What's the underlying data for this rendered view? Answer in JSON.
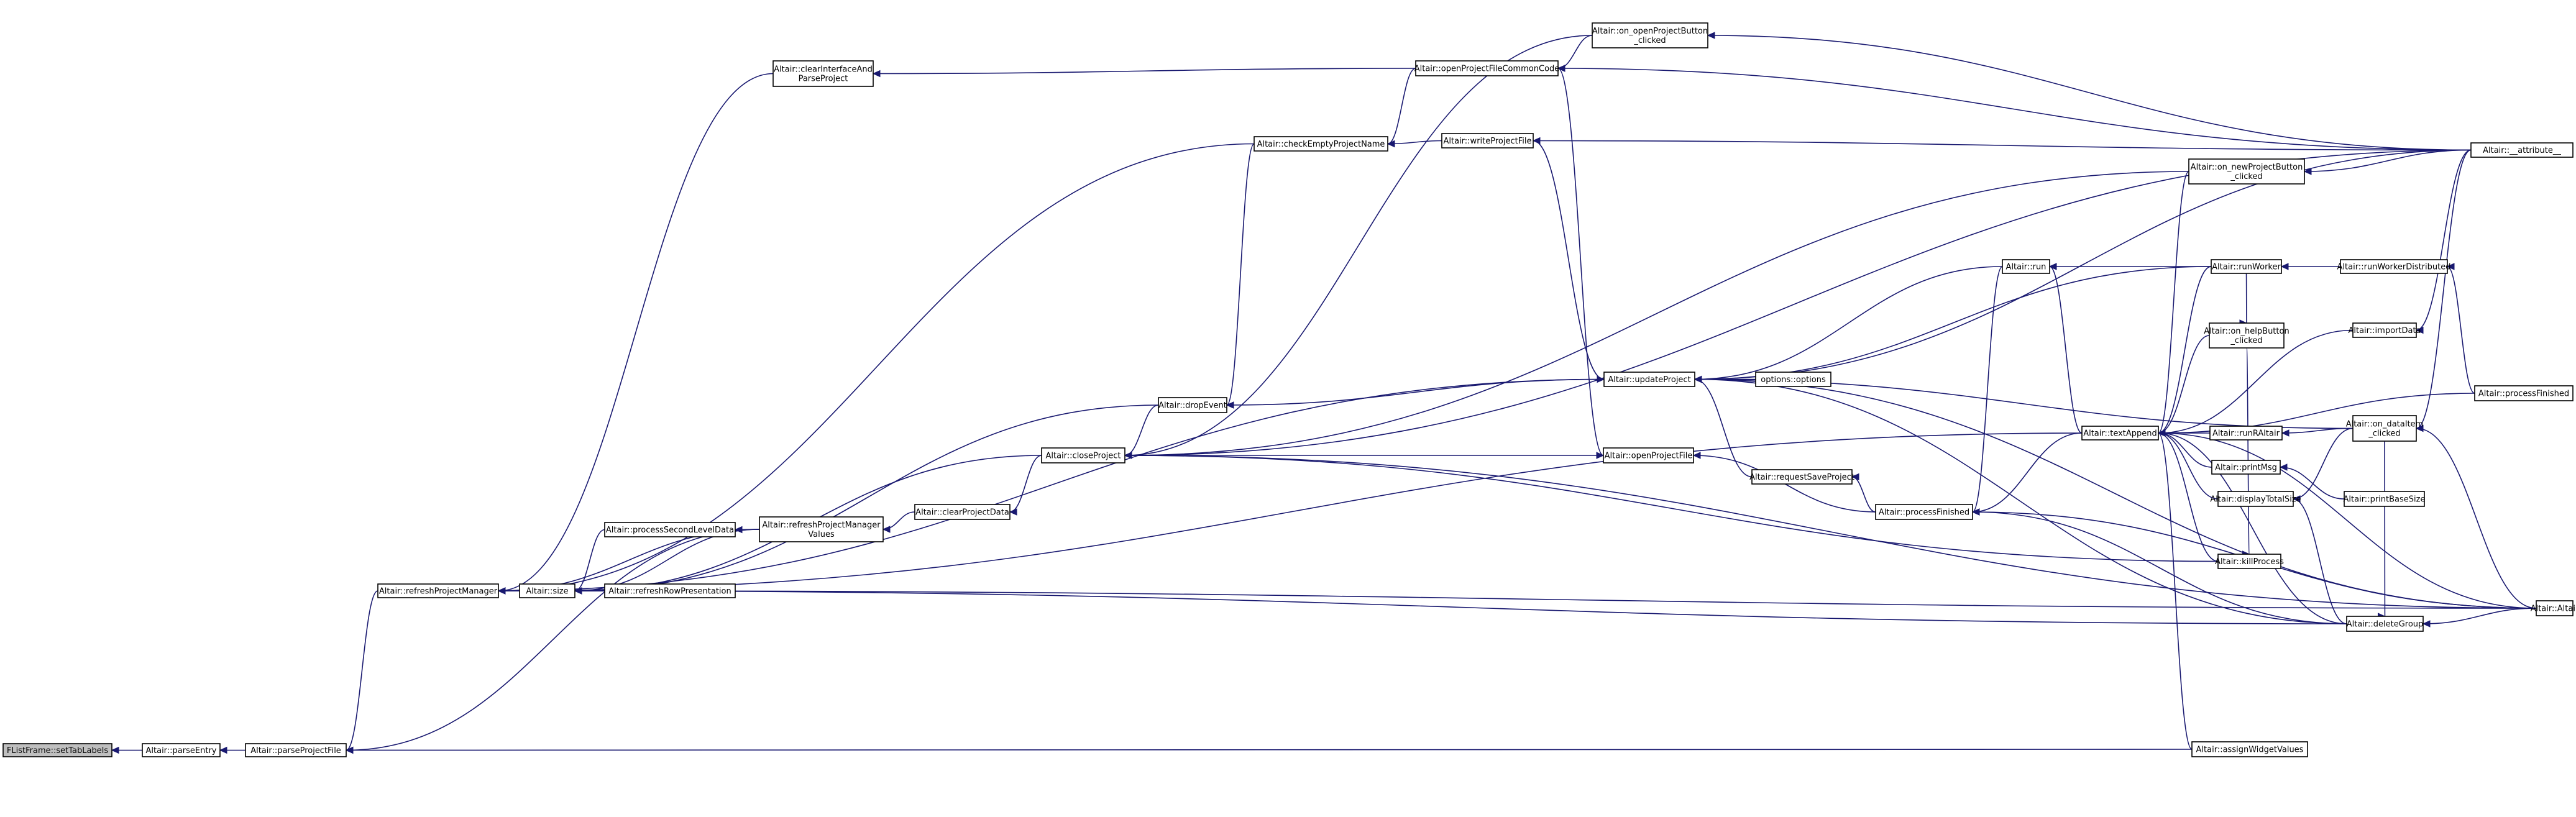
{
  "graph": {
    "direction": "callers",
    "colors": {
      "edge": "#191970",
      "node_border": "#000000",
      "root_fill": "#bfbfbf",
      "node_fill": "#ffffff"
    },
    "nodes": [
      {
        "id": "root",
        "lines": [
          "FListFrame::setTabLabels"
        ],
        "root": true
      },
      {
        "id": "parseEntry",
        "lines": [
          "Altair::parseEntry"
        ]
      },
      {
        "id": "parseProjectFile",
        "lines": [
          "Altair::parseProjectFile"
        ]
      },
      {
        "id": "refreshProjectManager",
        "lines": [
          "Altair::refreshProjectManager"
        ]
      },
      {
        "id": "clearInterface",
        "lines": [
          "Altair::clearInterfaceAnd",
          "ParseProject"
        ]
      },
      {
        "id": "size",
        "lines": [
          "Altair::size"
        ]
      },
      {
        "id": "processSecondLevelData",
        "lines": [
          "Altair::processSecondLevelData"
        ]
      },
      {
        "id": "refreshRowPresentation",
        "lines": [
          "Altair::refreshRowPresentation"
        ]
      },
      {
        "id": "refreshPMValues",
        "lines": [
          "Altair::refreshProjectManager",
          "Values"
        ]
      },
      {
        "id": "clearProjectData",
        "lines": [
          "Altair::clearProjectData"
        ]
      },
      {
        "id": "closeProject",
        "lines": [
          "Altair::closeProject"
        ]
      },
      {
        "id": "dropEvent",
        "lines": [
          "Altair::dropEvent"
        ]
      },
      {
        "id": "checkEmpty",
        "lines": [
          "Altair::checkEmptyProjectName"
        ]
      },
      {
        "id": "openProjectFileCommonCode",
        "lines": [
          "Altair::openProjectFileCommonCode"
        ]
      },
      {
        "id": "onOpenProjectButton",
        "lines": [
          "Altair::on_openProjectButton",
          "_clicked"
        ]
      },
      {
        "id": "writeProjectFile",
        "lines": [
          "Altair::writeProjectFile"
        ]
      },
      {
        "id": "updateProject",
        "lines": [
          "Altair::updateProject"
        ]
      },
      {
        "id": "options",
        "lines": [
          "options::options"
        ]
      },
      {
        "id": "openProjectFile",
        "lines": [
          "Altair::openProjectFile"
        ]
      },
      {
        "id": "requestSaveProject",
        "lines": [
          "Altair::requestSaveProject"
        ]
      },
      {
        "id": "processFinished",
        "lines": [
          "Altair::processFinished"
        ]
      },
      {
        "id": "run",
        "lines": [
          "Altair::run"
        ]
      },
      {
        "id": "textAppend",
        "lines": [
          "Altair::textAppend"
        ]
      },
      {
        "id": "onNewProjectButton",
        "lines": [
          "Altair::on_newProjectButton",
          "_clicked"
        ]
      },
      {
        "id": "runWorker",
        "lines": [
          "Altair::runWorker"
        ]
      },
      {
        "id": "onHelpButton",
        "lines": [
          "Altair::on_helpButton",
          "_clicked"
        ]
      },
      {
        "id": "runRAltair",
        "lines": [
          "Altair::runRAltair"
        ]
      },
      {
        "id": "printMsg",
        "lines": [
          "Altair::printMsg"
        ]
      },
      {
        "id": "displayTotalSize",
        "lines": [
          "Altair::displayTotalSize"
        ]
      },
      {
        "id": "killProcess",
        "lines": [
          "Altair::killProcess"
        ]
      },
      {
        "id": "deleteGroup",
        "lines": [
          "Altair::deleteGroup"
        ]
      },
      {
        "id": "assignWidgetValues",
        "lines": [
          "Altair::assignWidgetValues"
        ]
      },
      {
        "id": "runWorkerDistributed",
        "lines": [
          "Altair::runWorkerDistributed"
        ]
      },
      {
        "id": "importData",
        "lines": [
          "Altair::importData"
        ]
      },
      {
        "id": "onDataItem",
        "lines": [
          "Altair::on_dataItem",
          "_clicked"
        ]
      },
      {
        "id": "printBaseSize",
        "lines": [
          "Altair::printBaseSize"
        ]
      },
      {
        "id": "attribute",
        "lines": [
          "Altair::__attribute__"
        ]
      },
      {
        "id": "processFinished2",
        "lines": [
          "Altair::processFinished"
        ]
      },
      {
        "id": "altair",
        "lines": [
          "Altair::Altair"
        ]
      }
    ],
    "edges": [
      [
        "parseEntry",
        "root"
      ],
      [
        "parseProjectFile",
        "parseEntry"
      ],
      [
        "refreshProjectManager",
        "parseProjectFile"
      ],
      [
        "refreshPMValues",
        "parseProjectFile"
      ],
      [
        "assignWidgetValues",
        "parseProjectFile"
      ],
      [
        "clearInterface",
        "refreshProjectManager"
      ],
      [
        "checkEmpty",
        "refreshProjectManager"
      ],
      [
        "size",
        "refreshProjectManager"
      ],
      [
        "refreshPMValues",
        "refreshProjectManager"
      ],
      [
        "updateProject",
        "refreshProjectManager"
      ],
      [
        "textAppend",
        "refreshProjectManager"
      ],
      [
        "openProjectFileCommonCode",
        "clearInterface"
      ],
      [
        "processSecondLevelData",
        "size"
      ],
      [
        "refreshRowPresentation",
        "size"
      ],
      [
        "refreshPMValues",
        "size"
      ],
      [
        "closeProject",
        "size"
      ],
      [
        "dropEvent",
        "size"
      ],
      [
        "deleteGroup",
        "size"
      ],
      [
        "altair",
        "size"
      ],
      [
        "refreshPMValues",
        "processSecondLevelData"
      ],
      [
        "clearProjectData",
        "refreshPMValues"
      ],
      [
        "closeProject",
        "clearProjectData"
      ],
      [
        "dropEvent",
        "closeProject"
      ],
      [
        "openProjectFile",
        "closeProject"
      ],
      [
        "onOpenProjectButton",
        "closeProject"
      ],
      [
        "onNewProjectButton",
        "closeProject"
      ],
      [
        "attribute",
        "closeProject"
      ],
      [
        "killProcess",
        "closeProject"
      ],
      [
        "altair",
        "closeProject"
      ],
      [
        "updateProject",
        "dropEvent"
      ],
      [
        "writeProjectFile",
        "checkEmpty"
      ],
      [
        "checkEmpty",
        "dropEvent"
      ],
      [
        "onOpenProjectButton",
        "openProjectFileCommonCode"
      ],
      [
        "attribute",
        "openProjectFileCommonCode"
      ],
      [
        "openProjectFileCommonCode",
        "checkEmpty"
      ],
      [
        "openProjectFileCommonCode",
        "openProjectFile"
      ],
      [
        "attribute",
        "onOpenProjectButton"
      ],
      [
        "attribute",
        "writeProjectFile"
      ],
      [
        "writeProjectFile",
        "updateProject"
      ],
      [
        "options",
        "updateProject"
      ],
      [
        "requestSaveProject",
        "updateProject"
      ],
      [
        "run",
        "updateProject"
      ],
      [
        "runWorker",
        "updateProject"
      ],
      [
        "attribute",
        "updateProject"
      ],
      [
        "onDataItem",
        "updateProject"
      ],
      [
        "deleteGroup",
        "updateProject"
      ],
      [
        "altair",
        "updateProject"
      ],
      [
        "processFinished",
        "requestSaveProject"
      ],
      [
        "processFinished",
        "openProjectFile"
      ],
      [
        "run",
        "processFinished"
      ],
      [
        "textAppend",
        "run"
      ],
      [
        "runWorker",
        "run"
      ],
      [
        "textAppend",
        "processFinished"
      ],
      [
        "deleteGroup",
        "processFinished"
      ],
      [
        "altair",
        "processFinished"
      ],
      [
        "onNewProjectButton",
        "textAppend"
      ],
      [
        "runWorker",
        "textAppend"
      ],
      [
        "onHelpButton",
        "textAppend"
      ],
      [
        "importData",
        "textAppend"
      ],
      [
        "processFinished2",
        "textAppend"
      ],
      [
        "runRAltair",
        "textAppend"
      ],
      [
        "printMsg",
        "textAppend"
      ],
      [
        "displayTotalSize",
        "textAppend"
      ],
      [
        "killProcess",
        "textAppend"
      ],
      [
        "deleteGroup",
        "textAppend"
      ],
      [
        "altair",
        "textAppend"
      ],
      [
        "assignWidgetValues",
        "textAppend"
      ],
      [
        "runWorkerDistributed",
        "runWorker"
      ],
      [
        "attribute",
        "onNewProjectButton"
      ],
      [
        "runWorker",
        "onHelpButton"
      ],
      [
        "onHelpButton",
        "killProcess"
      ],
      [
        "onDataItem",
        "runRAltair"
      ],
      [
        "printBaseSize",
        "printMsg"
      ],
      [
        "onDataItem",
        "displayTotalSize"
      ],
      [
        "deleteGroup",
        "displayTotalSize"
      ],
      [
        "altair",
        "deleteGroup"
      ],
      [
        "onDataItem",
        "deleteGroup"
      ],
      [
        "processFinished2",
        "runWorkerDistributed"
      ],
      [
        "attribute",
        "importData"
      ],
      [
        "attribute",
        "onDataItem"
      ],
      [
        "altair",
        "onDataItem"
      ]
    ]
  }
}
